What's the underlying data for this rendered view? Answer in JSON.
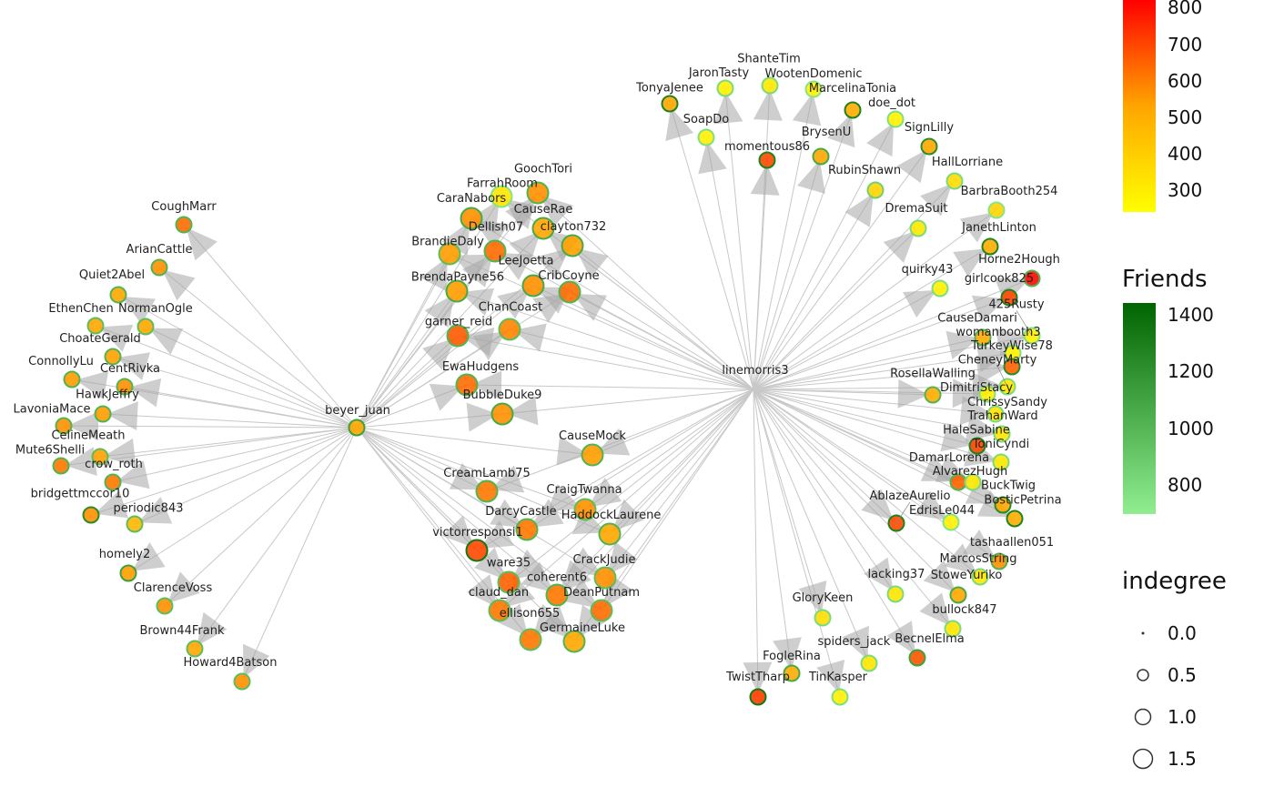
{
  "hubs": [
    {
      "name": "beyer_juan",
      "followers": 520,
      "friends": 1100,
      "indegree": 1
    },
    {
      "name": "linemorris3",
      "followers": 300,
      "friends": 800,
      "indegree": 0
    }
  ],
  "nodes": [
    {
      "name": "CoughMarr",
      "followers": 620,
      "friends": 1000,
      "indegree": 1,
      "from": [
        "beyer_juan"
      ]
    },
    {
      "name": "ArianCattle",
      "followers": 560,
      "friends": 1000,
      "indegree": 1,
      "from": [
        "beyer_juan"
      ]
    },
    {
      "name": "Quiet2Abel",
      "followers": 520,
      "friends": 1000,
      "indegree": 1,
      "from": [
        "beyer_juan"
      ]
    },
    {
      "name": "EthenChen",
      "followers": 520,
      "friends": 950,
      "indegree": 1,
      "from": [
        "beyer_juan"
      ]
    },
    {
      "name": "NormanOgle",
      "followers": 520,
      "friends": 950,
      "indegree": 1,
      "from": [
        "beyer_juan"
      ]
    },
    {
      "name": "ChoateGerald",
      "followers": 530,
      "friends": 1000,
      "indegree": 1,
      "from": [
        "beyer_juan"
      ]
    },
    {
      "name": "ConnollyLu",
      "followers": 540,
      "friends": 1000,
      "indegree": 1,
      "from": [
        "beyer_juan"
      ]
    },
    {
      "name": "CentRivka",
      "followers": 560,
      "friends": 1000,
      "indegree": 1,
      "from": [
        "beyer_juan"
      ]
    },
    {
      "name": "HawkJeffry",
      "followers": 540,
      "friends": 1000,
      "indegree": 1,
      "from": [
        "beyer_juan"
      ]
    },
    {
      "name": "LavoniaMace",
      "followers": 560,
      "friends": 1000,
      "indegree": 1,
      "from": [
        "beyer_juan"
      ]
    },
    {
      "name": "CelineMeath",
      "followers": 530,
      "friends": 950,
      "indegree": 1,
      "from": [
        "beyer_juan"
      ]
    },
    {
      "name": "Mute6Shelli",
      "followers": 600,
      "friends": 1000,
      "indegree": 1,
      "from": [
        "beyer_juan"
      ]
    },
    {
      "name": "crow_roth",
      "followers": 600,
      "friends": 1000,
      "indegree": 1,
      "from": [
        "beyer_juan"
      ]
    },
    {
      "name": "bridgettmccor10",
      "followers": 560,
      "friends": 1200,
      "indegree": 1,
      "from": [
        "beyer_juan"
      ]
    },
    {
      "name": "periodic843",
      "followers": 470,
      "friends": 950,
      "indegree": 1,
      "from": [
        "beyer_juan"
      ]
    },
    {
      "name": "homely2",
      "followers": 540,
      "friends": 1100,
      "indegree": 1,
      "from": [
        "beyer_juan"
      ]
    },
    {
      "name": "ClarenceVoss",
      "followers": 560,
      "friends": 950,
      "indegree": 1,
      "from": [
        "beyer_juan"
      ]
    },
    {
      "name": "Brown44Frank",
      "followers": 520,
      "friends": 950,
      "indegree": 1,
      "from": [
        "beyer_juan"
      ]
    },
    {
      "name": "Howard4Batson",
      "followers": 560,
      "friends": 950,
      "indegree": 1,
      "from": [
        "beyer_juan"
      ]
    },
    {
      "name": "FarrahRoom",
      "followers": 330,
      "friends": 750,
      "indegree": 2,
      "from": [
        "beyer_juan",
        "linemorris3"
      ]
    },
    {
      "name": "GoochTori",
      "followers": 560,
      "friends": 1000,
      "indegree": 2,
      "from": [
        "beyer_juan",
        "linemorris3"
      ]
    },
    {
      "name": "CaraNabors",
      "followers": 560,
      "friends": 1050,
      "indegree": 2,
      "from": [
        "beyer_juan",
        "linemorris3"
      ]
    },
    {
      "name": "CauseRae",
      "followers": 520,
      "friends": 1050,
      "indegree": 2,
      "from": [
        "beyer_juan",
        "linemorris3"
      ]
    },
    {
      "name": "clayton732",
      "followers": 530,
      "friends": 1050,
      "indegree": 2,
      "from": [
        "beyer_juan",
        "linemorris3"
      ]
    },
    {
      "name": "BrandieDaly",
      "followers": 540,
      "friends": 950,
      "indegree": 2,
      "from": [
        "beyer_juan",
        "linemorris3"
      ]
    },
    {
      "name": "Dellish07",
      "followers": 620,
      "friends": 1000,
      "indegree": 2,
      "from": [
        "beyer_juan",
        "linemorris3"
      ]
    },
    {
      "name": "BrendaPayne56",
      "followers": 540,
      "friends": 1050,
      "indegree": 2,
      "from": [
        "beyer_juan",
        "linemorris3"
      ]
    },
    {
      "name": "LeeJoetta",
      "followers": 560,
      "friends": 1050,
      "indegree": 2,
      "from": [
        "beyer_juan",
        "linemorris3"
      ]
    },
    {
      "name": "CribCoyne",
      "followers": 620,
      "friends": 1000,
      "indegree": 2,
      "from": [
        "beyer_juan",
        "linemorris3"
      ]
    },
    {
      "name": "garner_reid",
      "followers": 650,
      "friends": 1000,
      "indegree": 2,
      "from": [
        "beyer_juan",
        "linemorris3"
      ]
    },
    {
      "name": "ChanCoast",
      "followers": 580,
      "friends": 950,
      "indegree": 2,
      "from": [
        "beyer_juan",
        "linemorris3"
      ]
    },
    {
      "name": "EwaHudgens",
      "followers": 620,
      "friends": 1000,
      "indegree": 2,
      "from": [
        "beyer_juan",
        "linemorris3"
      ]
    },
    {
      "name": "BubbleDuke9",
      "followers": 560,
      "friends": 1050,
      "indegree": 2,
      "from": [
        "beyer_juan",
        "linemorris3"
      ]
    },
    {
      "name": "CauseMock",
      "followers": 540,
      "friends": 1000,
      "indegree": 2,
      "from": [
        "beyer_juan",
        "linemorris3"
      ]
    },
    {
      "name": "CreamLamb75",
      "followers": 600,
      "friends": 1000,
      "indegree": 2,
      "from": [
        "beyer_juan",
        "linemorris3"
      ]
    },
    {
      "name": "CraigTwanna",
      "followers": 560,
      "friends": 950,
      "indegree": 2,
      "from": [
        "beyer_juan",
        "linemorris3"
      ]
    },
    {
      "name": "DarcyCastle",
      "followers": 600,
      "friends": 1000,
      "indegree": 2,
      "from": [
        "beyer_juan",
        "linemorris3"
      ]
    },
    {
      "name": "HaddockLaurene",
      "followers": 520,
      "friends": 1000,
      "indegree": 2,
      "from": [
        "beyer_juan",
        "linemorris3"
      ]
    },
    {
      "name": "victorresponsi1",
      "followers": 680,
      "friends": 1300,
      "indegree": 2,
      "from": [
        "beyer_juan",
        "linemorris3"
      ]
    },
    {
      "name": "ware35",
      "followers": 640,
      "friends": 950,
      "indegree": 2,
      "from": [
        "beyer_juan",
        "linemorris3"
      ]
    },
    {
      "name": "CrackJudie",
      "followers": 560,
      "friends": 950,
      "indegree": 2,
      "from": [
        "beyer_juan",
        "linemorris3"
      ]
    },
    {
      "name": "coherent6",
      "followers": 600,
      "friends": 1000,
      "indegree": 2,
      "from": [
        "beyer_juan",
        "linemorris3"
      ]
    },
    {
      "name": "claud_dan",
      "followers": 600,
      "friends": 950,
      "indegree": 2,
      "from": [
        "beyer_juan",
        "linemorris3"
      ]
    },
    {
      "name": "DeanPutnam",
      "followers": 620,
      "friends": 950,
      "indegree": 2,
      "from": [
        "beyer_juan",
        "linemorris3"
      ]
    },
    {
      "name": "ellison655",
      "followers": 600,
      "friends": 950,
      "indegree": 2,
      "from": [
        "beyer_juan",
        "linemorris3"
      ]
    },
    {
      "name": "GermaineLuke",
      "followers": 520,
      "friends": 1000,
      "indegree": 2,
      "from": [
        "beyer_juan",
        "linemorris3"
      ]
    },
    {
      "name": "TonyaJenee",
      "followers": 520,
      "friends": 1250,
      "indegree": 1,
      "from": [
        "linemorris3"
      ]
    },
    {
      "name": "JaronTasty",
      "followers": 300,
      "friends": 800,
      "indegree": 1,
      "from": [
        "linemorris3"
      ]
    },
    {
      "name": "ShanteTim",
      "followers": 320,
      "friends": 800,
      "indegree": 1,
      "from": [
        "linemorris3"
      ]
    },
    {
      "name": "WootenDomenic",
      "followers": 290,
      "friends": 750,
      "indegree": 1,
      "from": [
        "linemorris3"
      ]
    },
    {
      "name": "SoapDo",
      "followers": 300,
      "friends": 780,
      "indegree": 1,
      "from": [
        "linemorris3"
      ]
    },
    {
      "name": "momentous86",
      "followers": 680,
      "friends": 1250,
      "indegree": 1,
      "from": [
        "linemorris3"
      ]
    },
    {
      "name": "MarcelinaTonia",
      "followers": 500,
      "friends": 1250,
      "indegree": 1,
      "from": [
        "linemorris3"
      ]
    },
    {
      "name": "doe_dot",
      "followers": 290,
      "friends": 780,
      "indegree": 1,
      "from": [
        "linemorris3"
      ]
    },
    {
      "name": "BrysenU",
      "followers": 520,
      "friends": 1050,
      "indegree": 1,
      "from": [
        "linemorris3"
      ]
    },
    {
      "name": "SignLilly",
      "followers": 520,
      "friends": 1200,
      "indegree": 1,
      "from": [
        "linemorris3"
      ]
    },
    {
      "name": "RubinShawn",
      "followers": 380,
      "friends": 850,
      "indegree": 1,
      "from": [
        "linemorris3"
      ]
    },
    {
      "name": "HallLorriane",
      "followers": 360,
      "friends": 800,
      "indegree": 1,
      "from": [
        "linemorris3"
      ]
    },
    {
      "name": "BarbraBooth254",
      "followers": 380,
      "friends": 750,
      "indegree": 1,
      "from": [
        "linemorris3"
      ]
    },
    {
      "name": "DremaSuit",
      "followers": 320,
      "friends": 800,
      "indegree": 1,
      "from": [
        "linemorris3"
      ]
    },
    {
      "name": "JanethLinton",
      "followers": 500,
      "friends": 1250,
      "indegree": 1,
      "from": [
        "linemorris3"
      ]
    },
    {
      "name": "Horne2Hough",
      "followers": 790,
      "friends": 1000,
      "indegree": 1,
      "from": [
        "linemorris3"
      ]
    },
    {
      "name": "girlcook825",
      "followers": 680,
      "friends": 1250,
      "indegree": 1,
      "from": [
        "linemorris3"
      ]
    },
    {
      "name": "quirky43",
      "followers": 300,
      "friends": 780,
      "indegree": 1,
      "from": [
        "linemorris3"
      ]
    },
    {
      "name": "425Rusty",
      "followers": 300,
      "friends": 780,
      "indegree": 1,
      "from": [
        "linemorris3"
      ]
    },
    {
      "name": "CauseDamari",
      "followers": 500,
      "friends": 1000,
      "indegree": 1,
      "from": [
        "linemorris3"
      ]
    },
    {
      "name": "womanbooth3",
      "followers": 300,
      "friends": 780,
      "indegree": 1,
      "from": [
        "linemorris3"
      ]
    },
    {
      "name": "TurkeyWise78",
      "followers": 640,
      "friends": 1200,
      "indegree": 1,
      "from": [
        "linemorris3"
      ]
    },
    {
      "name": "CheneyMarty",
      "followers": 320,
      "friends": 800,
      "indegree": 1,
      "from": [
        "linemorris3"
      ]
    },
    {
      "name": "DimitriStacy",
      "followers": 300,
      "friends": 780,
      "indegree": 1,
      "from": [
        "linemorris3"
      ]
    },
    {
      "name": "RosellaWalling",
      "followers": 500,
      "friends": 1000,
      "indegree": 1,
      "from": [
        "linemorris3"
      ]
    },
    {
      "name": "ChrissySandy",
      "followers": 340,
      "friends": 800,
      "indegree": 1,
      "from": [
        "linemorris3"
      ]
    },
    {
      "name": "TrahanWard",
      "followers": 330,
      "friends": 800,
      "indegree": 1,
      "from": [
        "linemorris3"
      ]
    },
    {
      "name": "HaleSabine",
      "followers": 680,
      "friends": 1250,
      "indegree": 1,
      "from": [
        "linemorris3"
      ]
    },
    {
      "name": "ToniCyndi",
      "followers": 320,
      "friends": 800,
      "indegree": 1,
      "from": [
        "linemorris3"
      ]
    },
    {
      "name": "DamarLorena",
      "followers": 640,
      "friends": 1000,
      "indegree": 1,
      "from": [
        "linemorris3"
      ]
    },
    {
      "name": "AlvarezHugh",
      "followers": 320,
      "friends": 800,
      "indegree": 1,
      "from": [
        "linemorris3"
      ]
    },
    {
      "name": "BuckTwig",
      "followers": 520,
      "friends": 1200,
      "indegree": 1,
      "from": [
        "linemorris3"
      ]
    },
    {
      "name": "BosticPetrina",
      "followers": 500,
      "friends": 1250,
      "indegree": 1,
      "from": [
        "linemorris3"
      ]
    },
    {
      "name": "AblazeAurelio",
      "followers": 680,
      "friends": 1250,
      "indegree": 1,
      "from": [
        "linemorris3"
      ]
    },
    {
      "name": "EdrisLe044",
      "followers": 300,
      "friends": 750,
      "indegree": 1,
      "from": [
        "linemorris3"
      ]
    },
    {
      "name": "tashaallen051",
      "followers": 560,
      "friends": 1000,
      "indegree": 1,
      "from": [
        "linemorris3"
      ]
    },
    {
      "name": "MarcosString",
      "followers": 320,
      "friends": 800,
      "indegree": 1,
      "from": [
        "linemorris3"
      ]
    },
    {
      "name": "lacking37",
      "followers": 330,
      "friends": 800,
      "indegree": 1,
      "from": [
        "linemorris3"
      ]
    },
    {
      "name": "StoweYuriko",
      "followers": 520,
      "friends": 1050,
      "indegree": 1,
      "from": [
        "linemorris3"
      ]
    },
    {
      "name": "bullock847",
      "followers": 330,
      "friends": 800,
      "indegree": 1,
      "from": [
        "linemorris3"
      ]
    },
    {
      "name": "GloryKeen",
      "followers": 350,
      "friends": 800,
      "indegree": 1,
      "from": [
        "linemorris3"
      ]
    },
    {
      "name": "BecnelElma",
      "followers": 660,
      "friends": 1100,
      "indegree": 1,
      "from": [
        "linemorris3"
      ]
    },
    {
      "name": "spiders_jack",
      "followers": 330,
      "friends": 800,
      "indegree": 1,
      "from": [
        "linemorris3"
      ]
    },
    {
      "name": "FogleRina",
      "followers": 500,
      "friends": 1050,
      "indegree": 1,
      "from": [
        "linemorris3"
      ]
    },
    {
      "name": "TinKasper",
      "followers": 300,
      "friends": 780,
      "indegree": 1,
      "from": [
        "linemorris3"
      ]
    },
    {
      "name": "TwistTharp",
      "followers": 700,
      "friends": 1300,
      "indegree": 1,
      "from": [
        "linemorris3"
      ]
    }
  ],
  "legend": {
    "followers": {
      "ticks": [
        "800",
        "700",
        "600",
        "500",
        "400",
        "300"
      ],
      "range": [
        250,
        800
      ],
      "colors": [
        "#FFFF00",
        "#FFA500",
        "#FF0000"
      ]
    },
    "friends": {
      "title": "Friends",
      "ticks": [
        "1400",
        "1200",
        "1000",
        "800"
      ],
      "range": [
        700,
        1400
      ],
      "colors": [
        "#90EE90",
        "#006400"
      ]
    },
    "indegree": {
      "title": "indegree",
      "items": [
        "0.0",
        "0.5",
        "1.0",
        "1.5"
      ]
    }
  }
}
